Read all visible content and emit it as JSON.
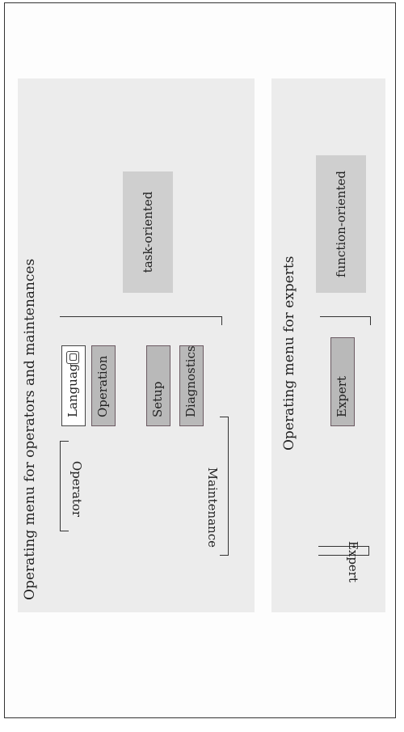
{
  "top_panel": {
    "title": "Operating menu for operators and maintenances",
    "menu_items": {
      "language": "Language",
      "operation": "Operation",
      "setup": "Setup",
      "diagnostics": "Diagnostics"
    },
    "bracket_labels": {
      "operator": "Operator",
      "maintenance": "Maintenance"
    },
    "side_label": "task-oriented"
  },
  "bottom_panel": {
    "title": "Operating menu for experts",
    "menu_items": {
      "expert": "Expert"
    },
    "bracket_label": "Expert",
    "side_label": "function-oriented"
  },
  "colors": {
    "panel_bg": "#ececec",
    "menu_fill": "#b9b9b9",
    "menu_border": "#6b5a62",
    "side_label_bg": "#cfcfcf"
  },
  "icons": {
    "language_item": "lock-icon"
  }
}
